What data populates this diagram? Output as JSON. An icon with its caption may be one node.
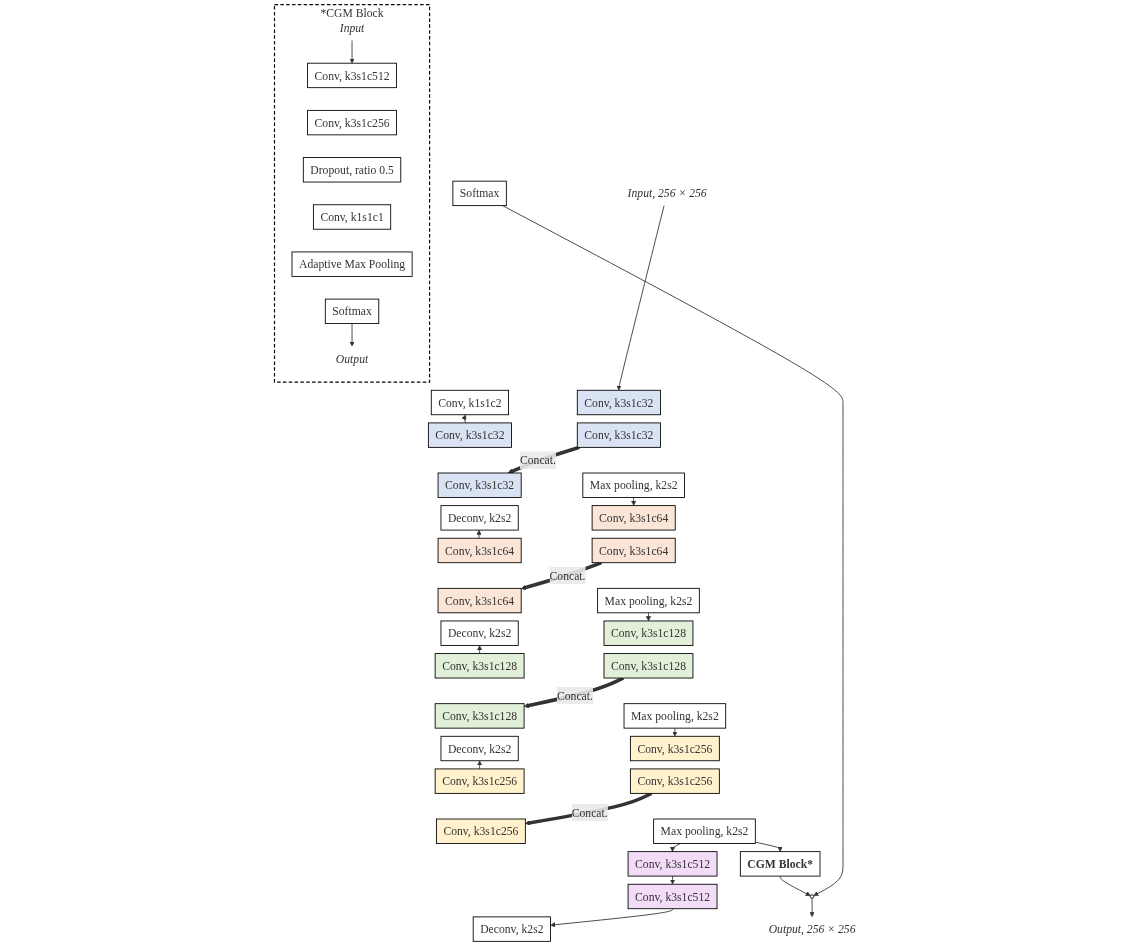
{
  "diagram": {
    "nodes": [
      {
        "text": [
          "Input, 256 × 256"
        ]
      },
      {
        "text": [
          "Conv, k3s1c32"
        ]
      },
      {
        "text": [
          "Conv, k3s1c32"
        ]
      },
      {
        "text": [
          "Max pooling, k2s2"
        ]
      },
      {
        "text": [
          "Conv, k3s1c64"
        ]
      },
      {
        "text": [
          "Conv, k3s1c64"
        ]
      },
      {
        "text": [
          "Max pooling, k2s2"
        ]
      },
      {
        "text": [
          "Conv, k3s1c128"
        ]
      },
      {
        "text": [
          "Conv, k3s1c128"
        ]
      },
      {
        "text": [
          "Max pooling, k2s2"
        ]
      },
      {
        "text": [
          "Conv, k3s1c256"
        ]
      },
      {
        "text": [
          "Conv, k3s1c256"
        ]
      },
      {
        "text": [
          "Max pooling, k2s2"
        ]
      },
      {
        "text": [
          "Conv, k3s1c512"
        ]
      },
      {
        "text": [
          "Conv, k3s1c512"
        ]
      },
      {
        "text": [
          "CGM Block*"
        ]
      },
      {
        "text": [
          "Softmax"
        ]
      },
      {
        "text": [
          "Conv, k1s1c2"
        ]
      },
      {
        "text": [
          "Conv, k3s1c32"
        ]
      },
      {
        "text": [
          "Conv, k3s1c32"
        ]
      },
      {
        "text": [
          "Deconv, k2s2"
        ]
      },
      {
        "text": [
          "Conv, k3s1c64"
        ]
      },
      {
        "text": [
          "Conv, k3s1c64"
        ]
      },
      {
        "text": [
          "Deconv, k2s2"
        ]
      },
      {
        "text": [
          "Conv, k3s1c128"
        ]
      },
      {
        "text": [
          "Conv, k3s1c128"
        ]
      },
      {
        "text": [
          "Deconv, k2s2"
        ]
      },
      {
        "text": [
          "Conv, k3s1c256"
        ]
      },
      {
        "text": [
          "Conv, k3s1c256"
        ]
      },
      {
        "text": [
          "Deconv, k2s2"
        ]
      },
      {
        "text": [],
        "shape": "circle"
      },
      {
        "text": [
          "Output, 256 × 256"
        ]
      },
      {
        "text": [
          "*CGM Block"
        ]
      },
      {
        "text": [
          "Input"
        ],
        "in": 32
      },
      {
        "text": [
          "Conv, k3s1c512"
        ],
        "in": 32
      },
      {
        "text": [
          "Conv, k3s1c256"
        ],
        "in": 32
      },
      {
        "text": [
          "Dropout, ratio 0.5"
        ],
        "in": 32
      },
      {
        "text": [
          "Conv, k1s1c1"
        ],
        "in": 32
      },
      {
        "text": [
          "Adaptive Max Pooling"
        ],
        "in": 32
      },
      {
        "text": [
          "Softmax"
        ],
        "in": 32
      },
      {
        "text": [
          "Output"
        ],
        "in": 32
      }
    ],
    "edges": [
      {
        "from": 0,
        "to": 1,
        "arrow": "to"
      },
      {
        "from": 3,
        "to": 4,
        "arrow": "to"
      },
      {
        "from": 6,
        "to": 7,
        "arrow": "to"
      },
      {
        "from": 9,
        "to": 10,
        "arrow": "to"
      },
      {
        "from": 12,
        "to": 13,
        "arrow": "to"
      },
      {
        "from": 12,
        "to": 15,
        "arrow": "to"
      },
      {
        "from": 13,
        "to": 14,
        "arrow": "to"
      },
      {
        "from": 14,
        "to": 29,
        "arrow": "to"
      },
      {
        "from": 27,
        "to": 26,
        "arrow": "to"
      },
      {
        "from": 24,
        "to": 23,
        "arrow": "to"
      },
      {
        "from": 21,
        "to": 20,
        "arrow": "to"
      },
      {
        "from": 18,
        "to": 17,
        "arrow": "to"
      },
      {
        "from": 2,
        "to": 19,
        "arrow": "to",
        "label": "Concat.",
        "style": "thick"
      },
      {
        "from": 5,
        "to": 22,
        "arrow": "to",
        "label": "Concat.",
        "style": "thick"
      },
      {
        "from": 8,
        "to": 25,
        "arrow": "to",
        "label": "Concat.",
        "style": "thick"
      },
      {
        "from": 11,
        "to": 28,
        "arrow": "to",
        "label": "Concat.",
        "style": "thick"
      },
      {
        "from": 16,
        "to": 30,
        "arrow": "to"
      },
      {
        "from": 15,
        "to": 30,
        "arrow": "to"
      },
      {
        "from": 30,
        "to": 31,
        "arrow": "to"
      },
      {
        "from": 33,
        "to": 34,
        "arrow": "to"
      },
      {
        "from": 39,
        "to": 40,
        "arrow": "to"
      }
    ]
  }
}
